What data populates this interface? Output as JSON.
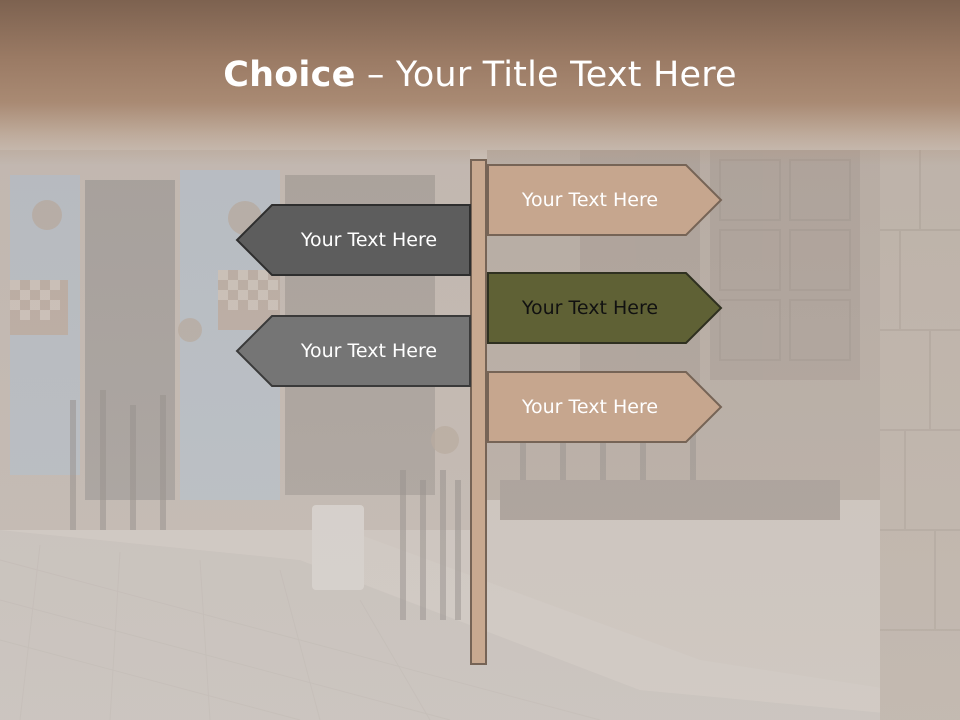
{
  "title": {
    "bold": "Choice",
    "separator": " – ",
    "rest": "Your Title Text Here"
  },
  "signs": {
    "right_top": "Your Text Here",
    "right_middle": "Your Text Here",
    "right_bottom": "Your Text Here",
    "left_top": "Your Text Here",
    "left_bottom": "Your Text Here"
  },
  "colors": {
    "title_band": "#9a7a64",
    "tan_sign": "#c6a68e",
    "olive_sign": "#5f6135",
    "dark_gray_sign": "#5d5d5d",
    "gray_sign": "#757575",
    "pole": "#c8a990",
    "outline": "#4c4038"
  }
}
